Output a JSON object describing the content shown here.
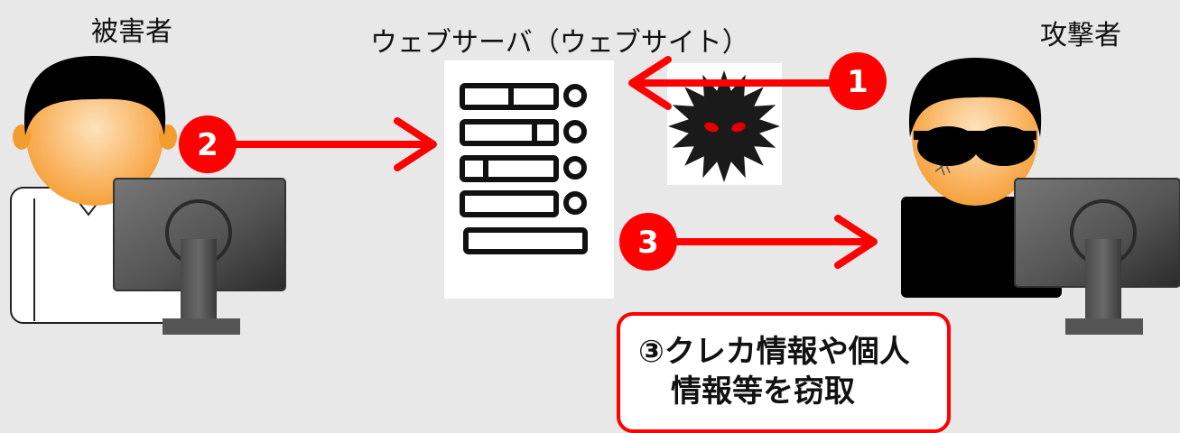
{
  "labels": {
    "victim": "被害者",
    "server": "ウェブサーバ（ウェブサイト）",
    "attacker": "攻撃者"
  },
  "steps": {
    "step1": "1",
    "step2": "2",
    "step3": "3"
  },
  "callout": {
    "line1": "③クレカ情報や個人",
    "line2": "情報等を窃取"
  },
  "colors": {
    "accent": "#ff0000",
    "background": "#e8e8e8",
    "skin": "#f9b05a",
    "hair": "#000000"
  },
  "icons": [
    "victim-person-icon",
    "monitor-icon",
    "server-icon",
    "virus-icon",
    "attacker-person-icon",
    "sunglasses-icon"
  ]
}
